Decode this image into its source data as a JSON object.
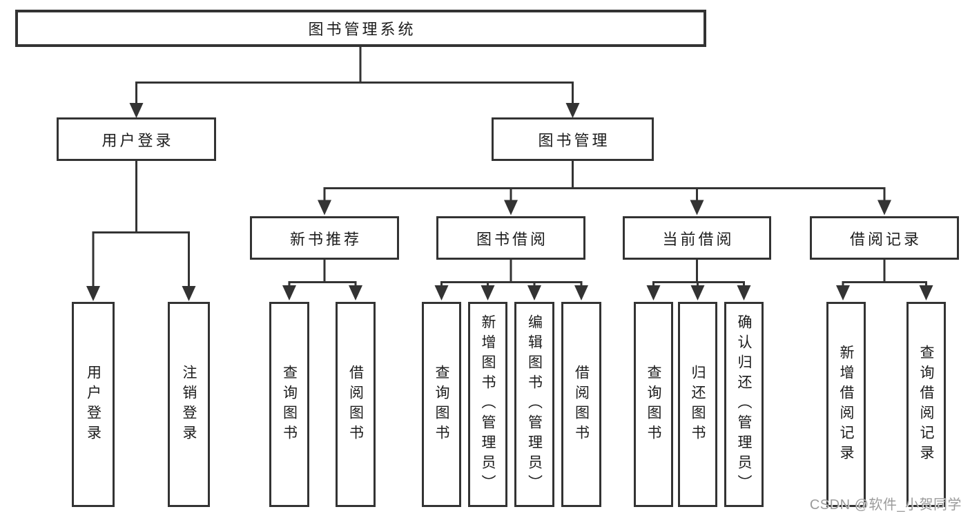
{
  "diagram": {
    "nodes": {
      "root": {
        "label": "图书管理系统"
      },
      "user_login": {
        "label": "用户登录"
      },
      "book_mgmt": {
        "label": "图书管理"
      },
      "new_book_rec": {
        "label": "新书推荐"
      },
      "book_borrow": {
        "label": "图书借阅"
      },
      "current_borrow": {
        "label": "当前借阅"
      },
      "borrow_records": {
        "label": "借阅记录"
      },
      "leaf_user_login": {
        "label": "用户登录"
      },
      "leaf_logout": {
        "label": "注销登录"
      },
      "leaf_query_book_1": {
        "label": "查询图书"
      },
      "leaf_borrow_book_1": {
        "label": "借阅图书"
      },
      "leaf_query_book_2": {
        "label": "查询图书"
      },
      "leaf_add_book": {
        "label": "新增图书（管理员）"
      },
      "leaf_edit_book": {
        "label": "编辑图书（管理员）"
      },
      "leaf_borrow_book_2": {
        "label": "借阅图书"
      },
      "leaf_query_book_3": {
        "label": "查询图书"
      },
      "leaf_return_book": {
        "label": "归还图书"
      },
      "leaf_confirm_return": {
        "label": "确认归还（管理员）"
      },
      "leaf_add_record": {
        "label": "新增借阅记录"
      },
      "leaf_query_record": {
        "label": "查询借阅记录"
      }
    },
    "edges": [
      {
        "from": "root",
        "to": [
          "user_login",
          "book_mgmt"
        ]
      },
      {
        "from": "user_login",
        "to": [
          "leaf_user_login",
          "leaf_logout"
        ]
      },
      {
        "from": "book_mgmt",
        "to": [
          "new_book_rec",
          "book_borrow",
          "current_borrow",
          "borrow_records"
        ]
      },
      {
        "from": "new_book_rec",
        "to": [
          "leaf_query_book_1",
          "leaf_borrow_book_1"
        ]
      },
      {
        "from": "book_borrow",
        "to": [
          "leaf_query_book_2",
          "leaf_add_book",
          "leaf_edit_book",
          "leaf_borrow_book_2"
        ]
      },
      {
        "from": "current_borrow",
        "to": [
          "leaf_query_book_3",
          "leaf_return_book",
          "leaf_confirm_return"
        ]
      },
      {
        "from": "borrow_records",
        "to": [
          "leaf_add_record",
          "leaf_query_record"
        ]
      }
    ],
    "colors": {
      "line": "#333333",
      "text": "#1c1c1c",
      "watermark": "#9b9b9b",
      "background": "#ffffff"
    }
  },
  "watermark": {
    "text": "CSDN @软件_小贺同学"
  }
}
